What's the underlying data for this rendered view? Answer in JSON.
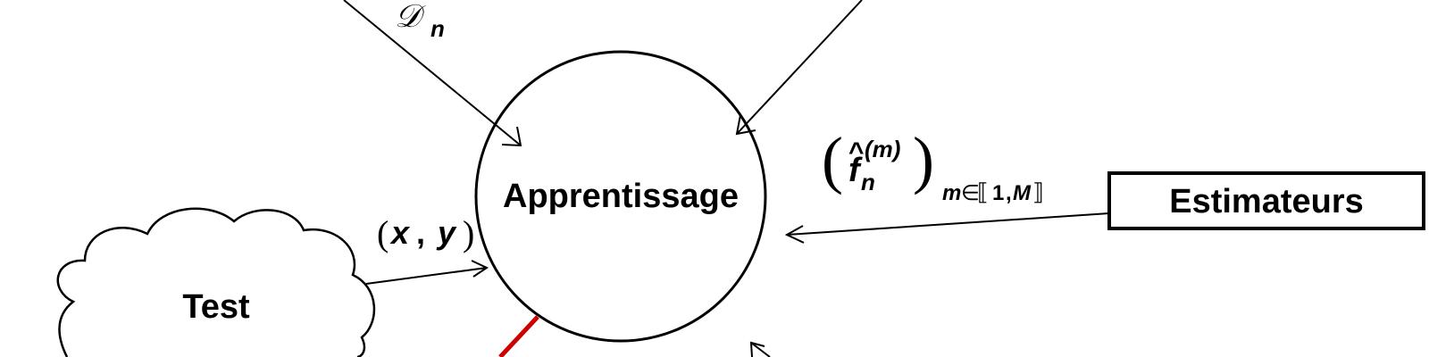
{
  "nodes": {
    "center": {
      "label": "Apprentissage"
    },
    "test": {
      "label": "Test"
    },
    "estimateurs": {
      "label": "Estimateurs"
    }
  },
  "edge_labels": {
    "dataset": {
      "symbol": "𝒟",
      "subscript": "n"
    },
    "test_pair": {
      "left_paren": "(",
      "x": "x",
      "comma": ",",
      "y": "y",
      "right_paren": ")"
    },
    "estimators": {
      "open_paren": "(",
      "hat": "^",
      "f": "f",
      "superscript": "(m)",
      "subscript": "n",
      "close_paren": ")",
      "index_m": "m",
      "index_in": "∈",
      "index_open": "⟦",
      "index_one": "1",
      "index_comma": ",",
      "index_M": "M",
      "index_close": "⟧"
    }
  },
  "colors": {
    "stroke": "#000000",
    "red_edge": "#cc0000",
    "background": "#ffffff"
  }
}
